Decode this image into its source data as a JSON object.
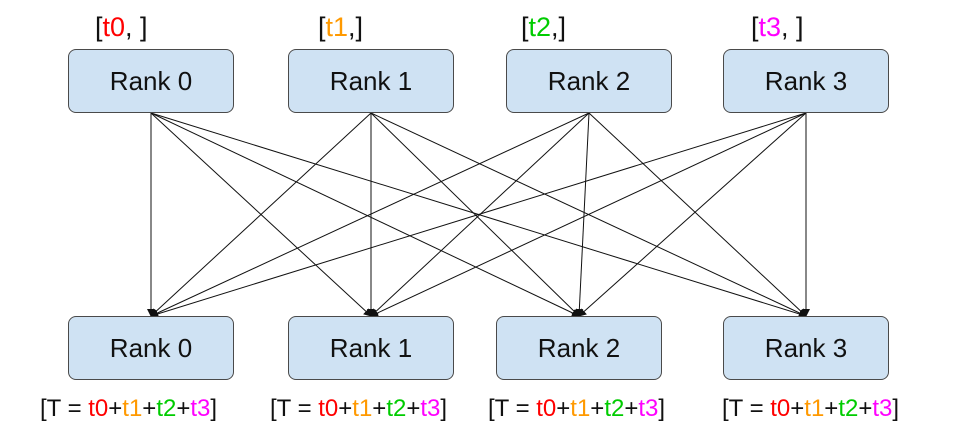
{
  "top_ranks": [
    {
      "label": "Rank 0",
      "tensor": "t0",
      "before": "[",
      "after": ", ]",
      "color": "#ff0000"
    },
    {
      "label": "Rank 1",
      "tensor": "t1",
      "before": "[",
      "after": ",]",
      "color": "#ff9900"
    },
    {
      "label": "Rank 2",
      "tensor": "t2",
      "before": "[",
      "after": ",]",
      "color": "#00cc00"
    },
    {
      "label": "Rank 3",
      "tensor": "t3",
      "before": "[",
      "after": ", ]",
      "color": "#ff00ff"
    }
  ],
  "bottom_ranks": [
    {
      "label": "Rank 0"
    },
    {
      "label": "Rank 1"
    },
    {
      "label": "Rank 2"
    },
    {
      "label": "Rank 3"
    }
  ],
  "result": {
    "prefix": "[T = ",
    "terms": [
      "t0",
      "t1",
      "t2",
      "t3"
    ],
    "plus": "+",
    "suffix": "]"
  }
}
